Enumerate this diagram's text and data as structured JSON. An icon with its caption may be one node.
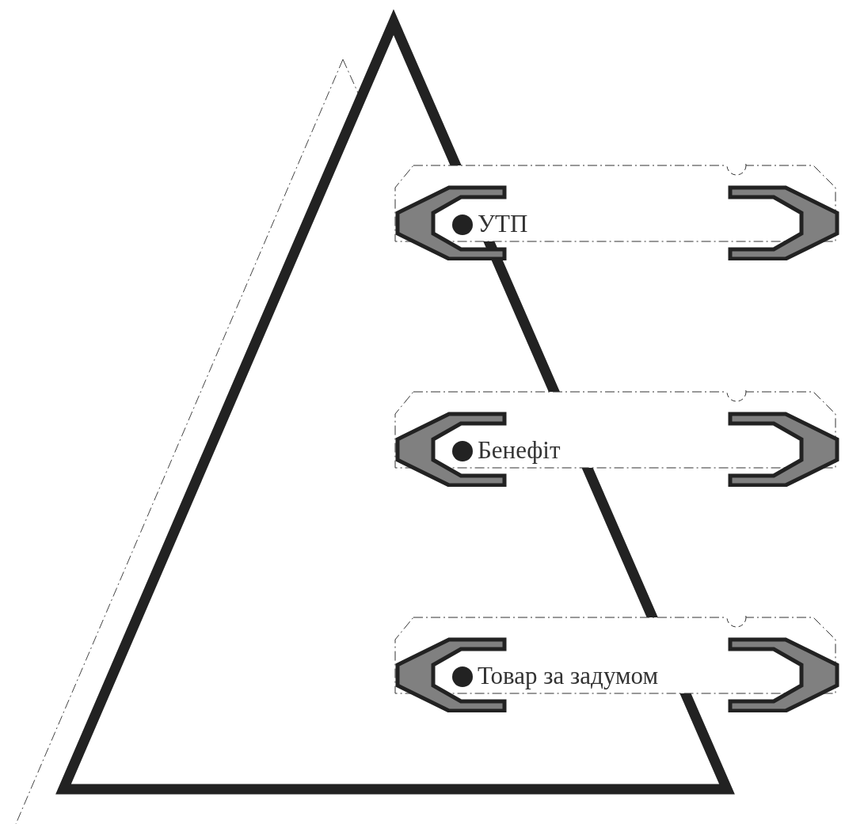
{
  "diagram": {
    "nodes": [
      {
        "text": [
          "УТП"
        ]
      },
      {
        "text": [
          "Бенефіт"
        ]
      },
      {
        "text": [
          "Товар за задумом"
        ]
      }
    ]
  }
}
